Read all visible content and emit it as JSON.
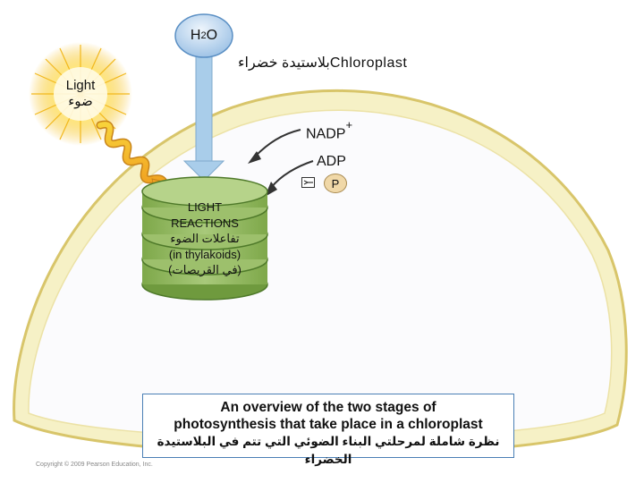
{
  "water": {
    "formula": "H",
    "subscript": "2",
    "suffix": "O"
  },
  "chloroplast_label": "بلاستيدة خضراءChloroplast",
  "light": {
    "en": "Light",
    "ar": "ضوء"
  },
  "nadp": {
    "text": "NADP",
    "charge": "+"
  },
  "adp": "ADP",
  "phosphate": "P",
  "light_reactions": {
    "line1": "LIGHT",
    "line2": "REACTIONS",
    "line3": "تفاعلات الضوء",
    "line4": "(in thylakoids)",
    "line5": "(في القريصات)"
  },
  "caption": {
    "en_line1": "An overview of the two stages of",
    "en_line2": "photosynthesis that take place in a chloroplast",
    "ar_line": "نظرة شاملة لمرحلتي البناء الضوئي التي تتم في البلاستيدة الخضراء"
  },
  "copyright": "Copyright © 2009 Pearson Education, Inc.",
  "colors": {
    "chloroplast_fill": "#f6f1c6",
    "chloroplast_border": "#d8c56a",
    "inner_fill": "#fbfbfd",
    "thylakoid": "#8fb35c",
    "arrow_blue": "#a9cdea",
    "sun": "#f4b400",
    "caption_border": "#4a7fb5"
  }
}
